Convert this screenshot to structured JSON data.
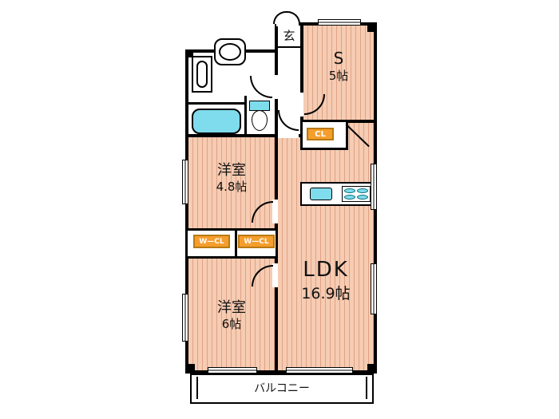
{
  "colors": {
    "wall": "#000000",
    "floor": "#f6ccb2",
    "floor_stripe": "#dfa287",
    "fixture": "#7fdcec",
    "tag_orange": "#f59e2d",
    "tag_border": "#b97a10",
    "tag_text": "#ffffff",
    "background": "#ffffff"
  },
  "rooms": {
    "entrance": {
      "label": "玄"
    },
    "service": {
      "name": "S",
      "size": "5帖"
    },
    "closet": {
      "label": "CL"
    },
    "western1": {
      "name": "洋室",
      "size": "4.8帖"
    },
    "wcl1": {
      "label": "W—CL"
    },
    "wcl2": {
      "label": "W—CL"
    },
    "ldk": {
      "name": "LDK",
      "size": "16.9帖"
    },
    "western2": {
      "name": "洋室",
      "size": "6帖"
    },
    "balcony": {
      "label": "バルコニー"
    }
  }
}
